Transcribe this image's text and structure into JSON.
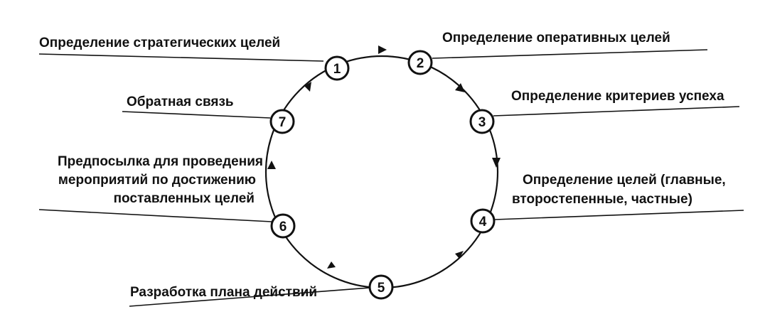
{
  "nodes": [
    {
      "number": "1",
      "label_lines": [
        "Определение стратегических целей"
      ]
    },
    {
      "number": "2",
      "label_lines": [
        "Определение оперативных целей"
      ]
    },
    {
      "number": "3",
      "label_lines": [
        "Определение критериев успеха"
      ]
    },
    {
      "number": "4",
      "label_lines": [
        "Определение целей (главные,",
        "второстепенные, частные)"
      ]
    },
    {
      "number": "5",
      "label_lines": [
        "Разработка плана действий"
      ]
    },
    {
      "number": "6",
      "label_lines": [
        "Предпосылка для проведения",
        "мероприятий по достижению",
        "поставленных целей"
      ]
    },
    {
      "number": "7",
      "label_lines": [
        "Обратная связь"
      ]
    }
  ],
  "colors": {
    "ink": "#111111",
    "background": "#ffffff"
  }
}
